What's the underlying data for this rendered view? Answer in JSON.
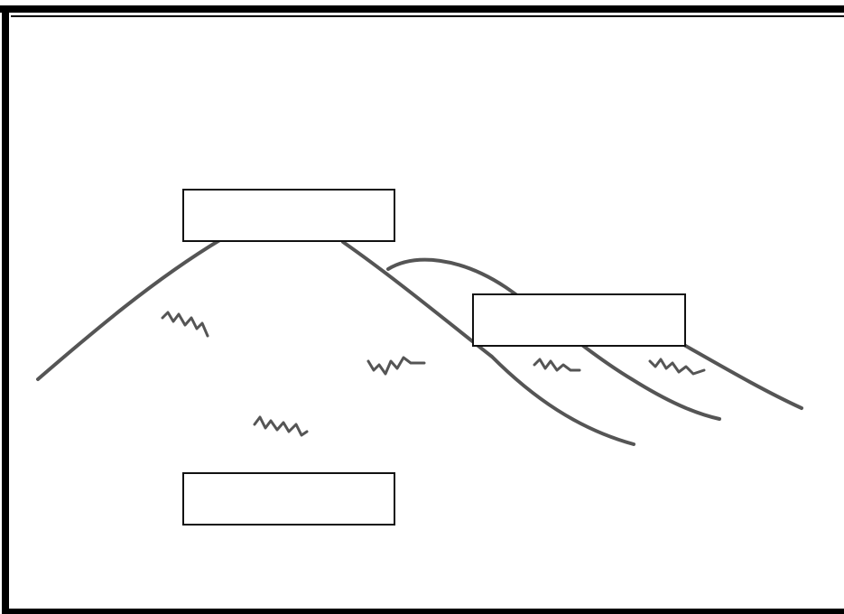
{
  "diagram": {
    "subject": "mountain-with-grass-tufts",
    "colors": {
      "line": "#555555",
      "frame": "#000000",
      "background": "#ffffff"
    },
    "label_boxes": [
      {
        "id": "box-1",
        "text": ""
      },
      {
        "id": "box-2",
        "text": ""
      },
      {
        "id": "box-3",
        "text": ""
      }
    ]
  }
}
